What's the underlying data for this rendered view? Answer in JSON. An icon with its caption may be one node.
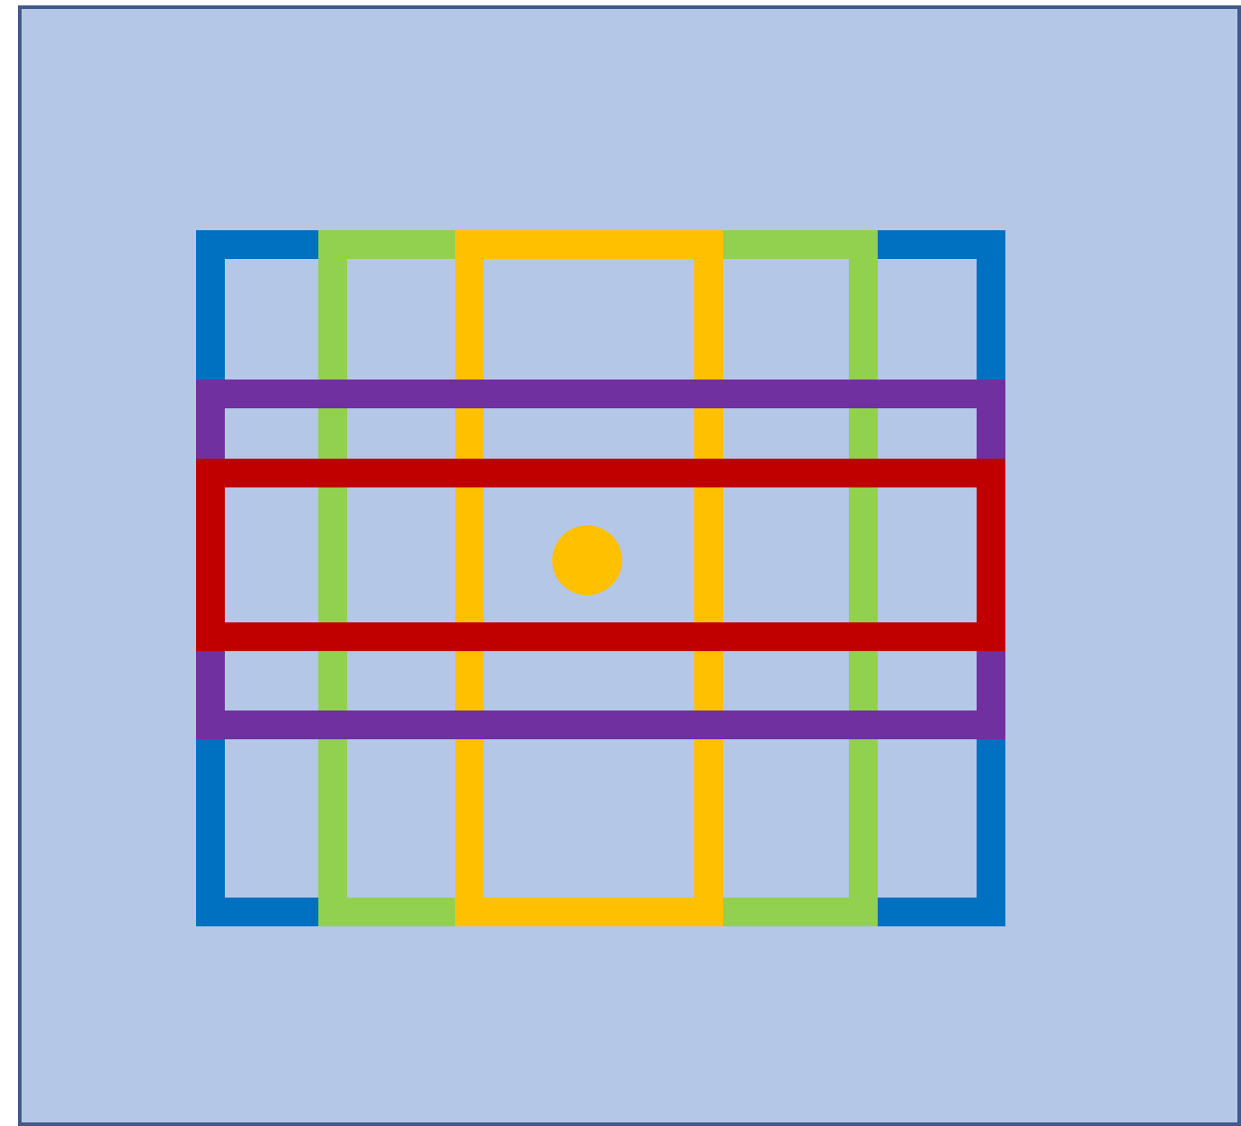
{
  "diagram": {
    "nodes": [
      {
        "text": [],
        "shape": "box"
      },
      {
        "text": [],
        "shape": "box",
        "in": 0
      },
      {
        "text": [],
        "shape": "box",
        "in": 1
      },
      {
        "text": [],
        "shape": "box",
        "in": 0
      },
      {
        "text": [],
        "shape": "box",
        "in": 3
      },
      {
        "text": [],
        "shape": "circle"
      }
    ]
  }
}
